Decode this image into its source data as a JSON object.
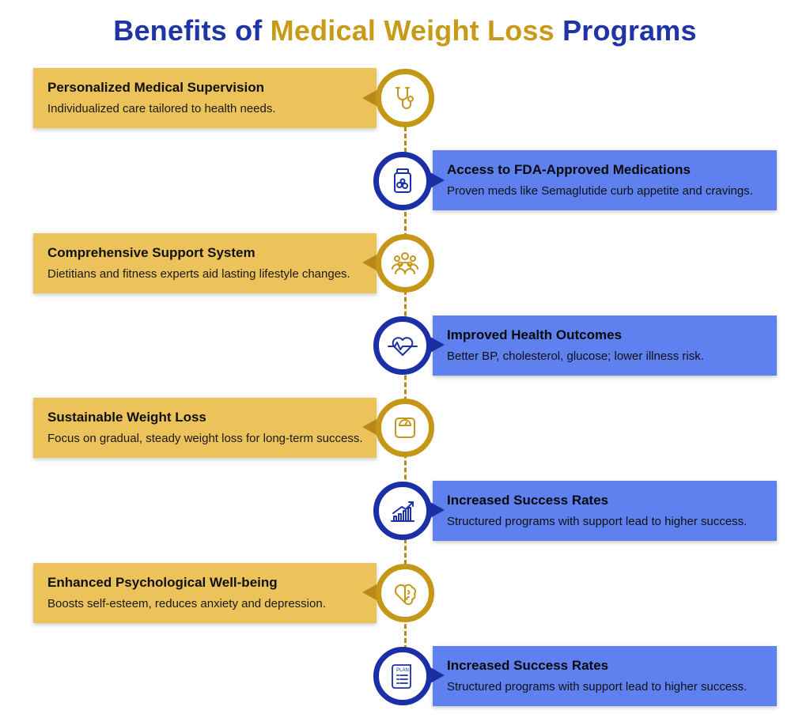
{
  "title": {
    "part1": "Benefits of ",
    "part2": "Medical Weight Loss",
    "part3": " Programs"
  },
  "colors": {
    "navy": "#1f34a5",
    "gold": "#c79a19",
    "card_gold": "#ecc25a",
    "card_blue": "#5f80ef"
  },
  "items": [
    {
      "title": "Personalized Medical Supervision",
      "desc": "Individualized care tailored to health needs.",
      "side": "left",
      "icon": "stethoscope-icon"
    },
    {
      "title": "Access to FDA-Approved Medications",
      "desc": "Proven meds like Semaglutide curb appetite and cravings.",
      "side": "right",
      "icon": "pill-bottle-icon"
    },
    {
      "title": "Comprehensive Support System",
      "desc": "Dietitians and fitness experts aid lasting lifestyle changes.",
      "side": "left",
      "icon": "group-people-icon"
    },
    {
      "title": "Improved Health Outcomes",
      "desc": "Better BP, cholesterol, glucose; lower illness risk.",
      "side": "right",
      "icon": "heart-pulse-icon"
    },
    {
      "title": "Sustainable Weight Loss",
      "desc": "Focus on gradual, steady weight loss for long-term success.",
      "side": "left",
      "icon": "scale-icon"
    },
    {
      "title": "Increased Success Rates",
      "desc": "Structured programs with support lead to higher success.",
      "side": "right",
      "icon": "growth-chart-icon"
    },
    {
      "title": "Enhanced Psychological Well-being",
      "desc": "Boosts self-esteem, reduces anxiety and depression.",
      "side": "left",
      "icon": "heart-brain-icon"
    },
    {
      "title": "Increased Success Rates",
      "desc": "Structured programs with support lead to higher success.",
      "side": "right",
      "icon": "plan-scroll-icon",
      "icon_text": "PLAN"
    }
  ]
}
